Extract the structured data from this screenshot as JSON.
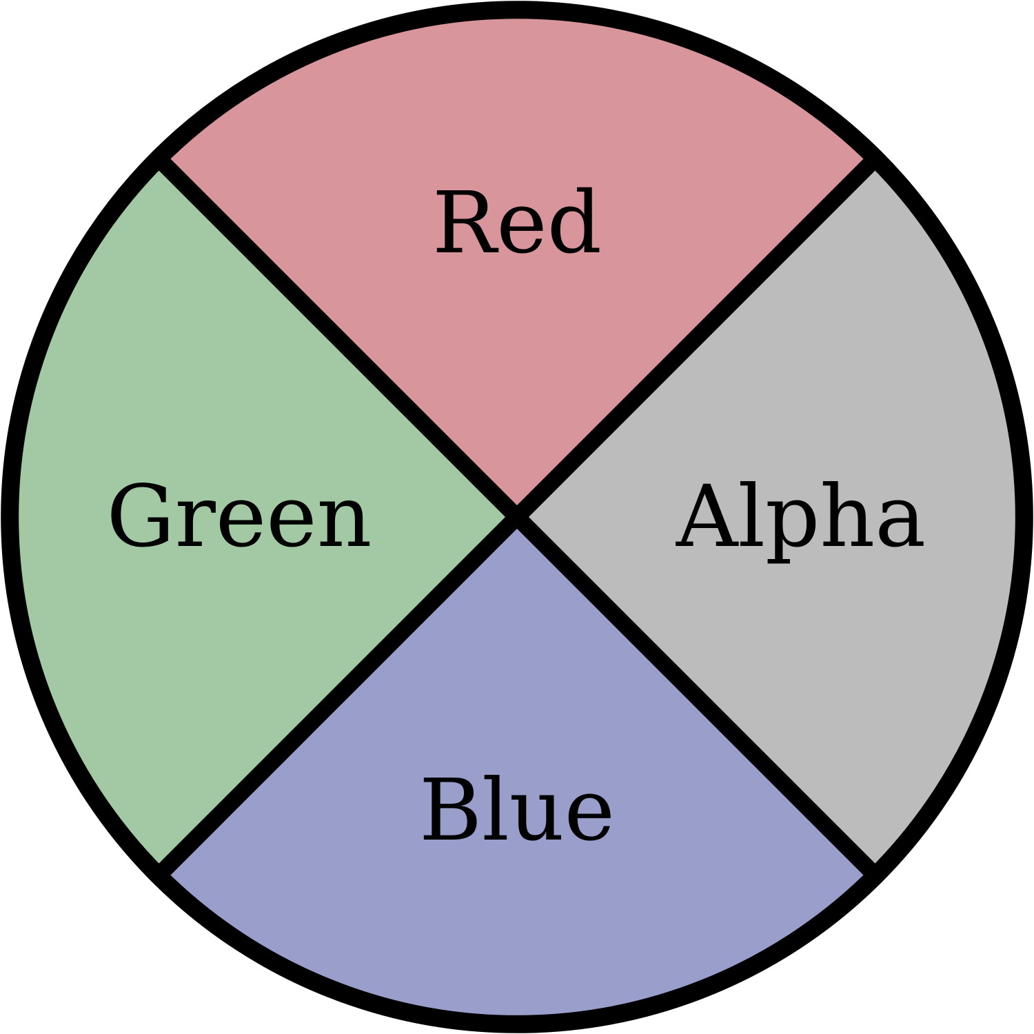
{
  "quadrants": [
    {
      "id": "red",
      "label": "Red",
      "color": "#d8959b"
    },
    {
      "id": "alpha",
      "label": "Alpha",
      "color": "#bcbcbc"
    },
    {
      "id": "blue",
      "label": "Blue",
      "color": "#9a9ecb"
    },
    {
      "id": "green",
      "label": "Green",
      "color": "#a2c9a3"
    }
  ],
  "outline_color": "#000000"
}
